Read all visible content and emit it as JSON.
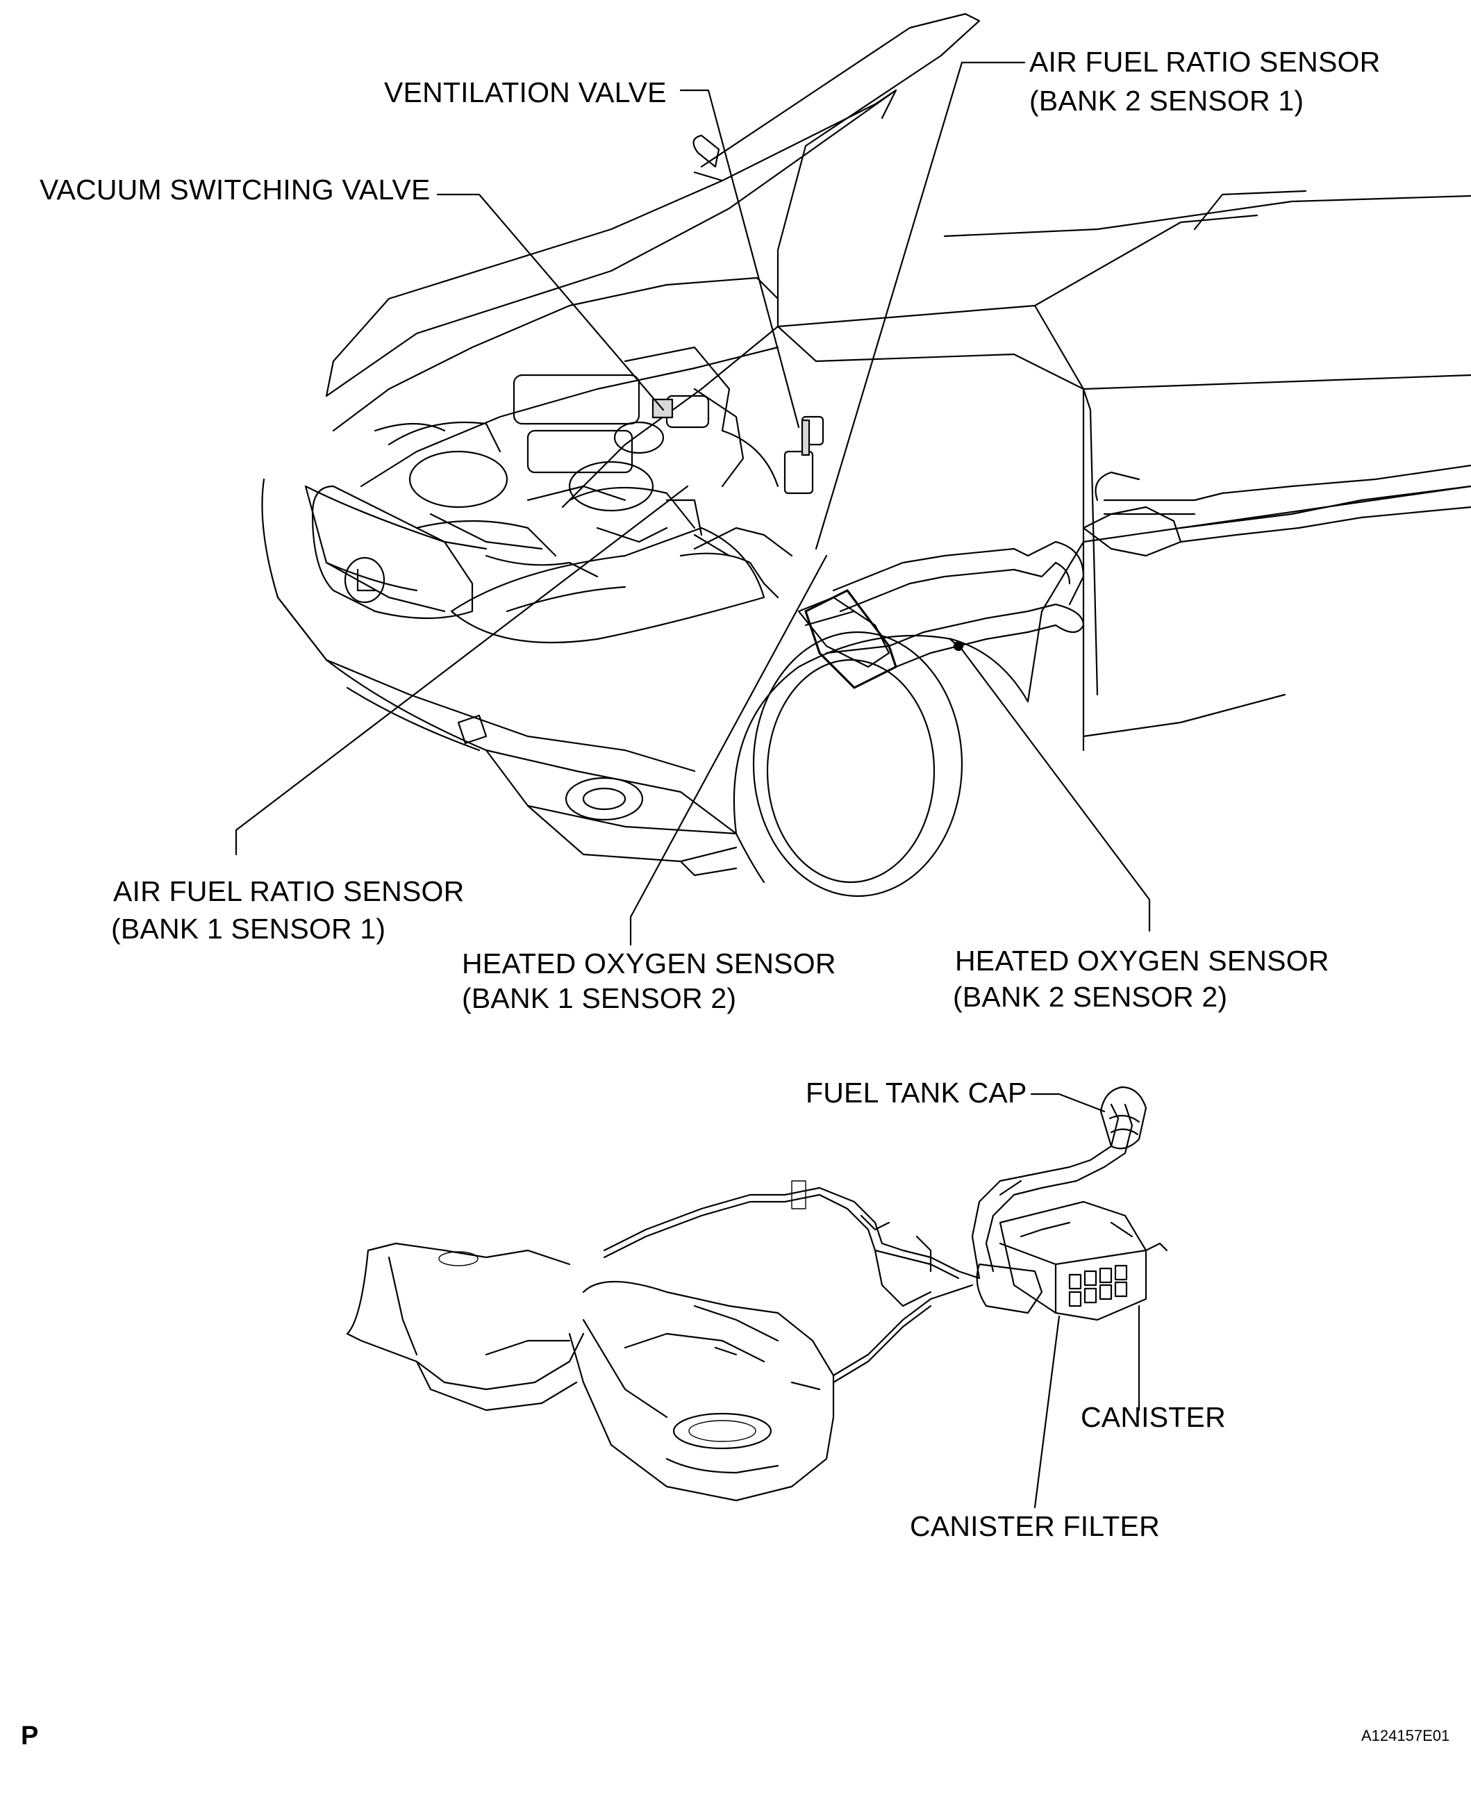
{
  "labels": {
    "ventilation_valve": "VENTILATION VALVE",
    "vacuum_switching_valve": "VACUUM SWITCHING VALVE",
    "afr_bank2_line1": "AIR FUEL RATIO SENSOR",
    "afr_bank2_line2": "(BANK 2 SENSOR 1)",
    "afr_bank1_line1": "AIR FUEL RATIO SENSOR",
    "afr_bank1_line2": "(BANK 1 SENSOR 1)",
    "ho2_bank1_line1": "HEATED OXYGEN SENSOR",
    "ho2_bank1_line2": "(BANK 1 SENSOR 2)",
    "ho2_bank2_line1": "HEATED OXYGEN SENSOR",
    "ho2_bank2_line2": "(BANK 2 SENSOR 2)",
    "fuel_tank_cap": "FUEL TANK CAP",
    "canister": "CANISTER",
    "canister_filter": "CANISTER FILTER"
  },
  "corner_mark": "P",
  "figure_id": "A124157E01"
}
